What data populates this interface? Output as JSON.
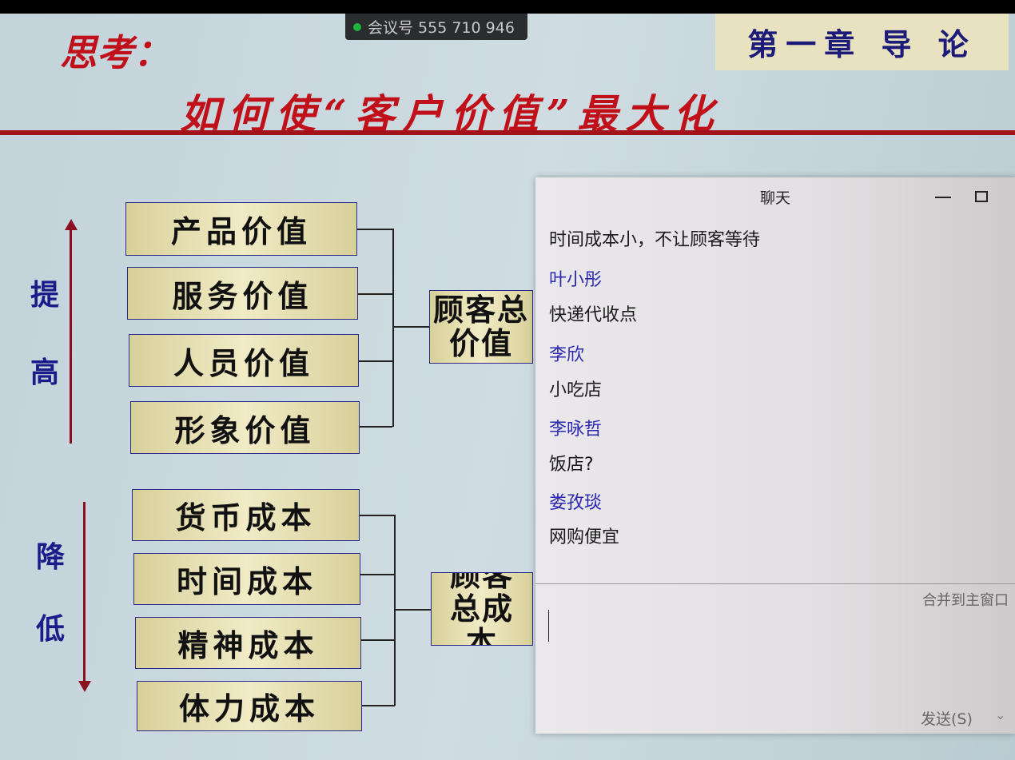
{
  "meeting_badge": {
    "label": "会议号 555 710 946",
    "status_color": "#1fb53a"
  },
  "slide": {
    "think_label": "思考：",
    "chapter": "第一章 导 论",
    "title": "如何使“客户价值”最大化",
    "increase_label": [
      "提",
      "高"
    ],
    "decrease_label": [
      "降",
      "低"
    ],
    "value_items": [
      "产品价值",
      "服务价值",
      "人员价值",
      "形象价值"
    ],
    "cost_items": [
      "货币成本",
      "时间成本",
      "精神成本",
      "体力成本"
    ],
    "value_total": "顾客总价值",
    "cost_total": "顾客总成本"
  },
  "chat": {
    "title": "聊天",
    "messages": [
      {
        "text": "时间成本小，不让顾客等待"
      },
      {
        "sender": "叶小彤",
        "text": "快递代收点"
      },
      {
        "sender": "李欣",
        "text": "小吃店"
      },
      {
        "sender": "李咏哲",
        "text": "饭店?"
      },
      {
        "sender": "娄孜琰",
        "text": "网购便宜"
      }
    ],
    "merge_label": "合并到主窗口",
    "input_value": "",
    "send_label": "发送(S)"
  }
}
